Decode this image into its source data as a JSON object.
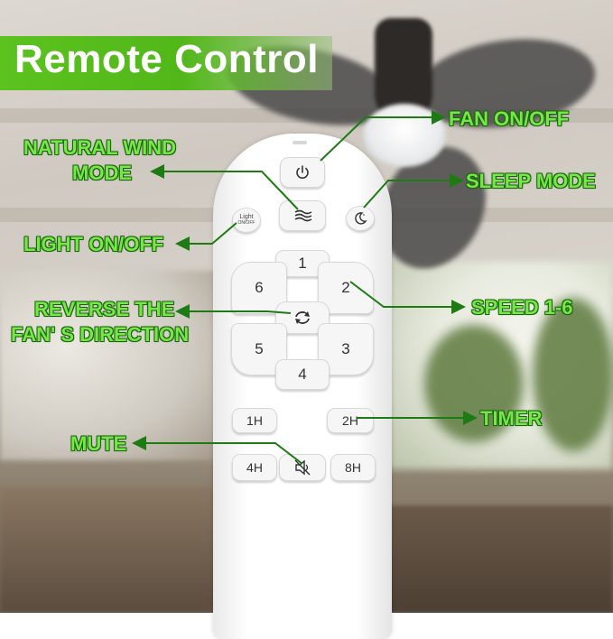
{
  "title": "Remote Control",
  "colors": {
    "label_green": "#78e64a",
    "arrow_green": "#1e7a12",
    "title_green": "#5bc21e"
  },
  "labels": {
    "fan_on_off": "FAN ON/OFF",
    "natural_wind_line1": "NATURAL WIND",
    "natural_wind_line2": "MODE",
    "sleep_mode": "SLEEP MODE",
    "light_on_off": "LIGHT ON/OFF",
    "reverse_line1": "REVERSE THE",
    "reverse_line2": "FAN' S DIRECTION",
    "speed": "SPEED 1-6",
    "timer": "TIMER",
    "mute": "MUTE"
  },
  "remote": {
    "light_button_line1": "Light",
    "light_button_line2": "ON/OFF",
    "speed_1": "1",
    "speed_2": "2",
    "speed_3": "3",
    "speed_4": "4",
    "speed_5": "5",
    "speed_6": "6",
    "timer_1h": "1H",
    "timer_2h": "2H",
    "timer_4h": "4H",
    "timer_8h": "8H"
  },
  "icons": {
    "power": "power-icon",
    "wind": "wind-icon",
    "sleep": "moon-icon",
    "reverse": "reverse-icon",
    "mute": "mute-icon"
  }
}
